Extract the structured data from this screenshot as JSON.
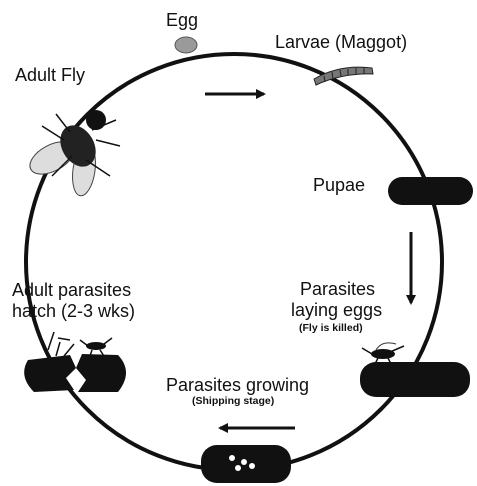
{
  "labels": {
    "egg": "Egg",
    "larvae": "Larvae (Maggot)",
    "adult_fly": "Adult Fly",
    "pupae": "Pupae",
    "parasites_laying": [
      "Parasites",
      "laying eggs"
    ],
    "fly_killed": "(Fly is killed)",
    "adult_parasites": [
      "Adult parasites",
      "hatch (2-3 wks)"
    ],
    "parasites_growing": "Parasites growing",
    "shipping_stage": "(Shipping stage)"
  },
  "colors": {
    "ink": "#111111",
    "egg": "#9a9a9a",
    "background": "#ffffff"
  },
  "icons": [
    "fly-icon",
    "egg-icon",
    "maggot-icon",
    "pupa-icon",
    "wasp-icon",
    "split-pupa-icon",
    "arrow-icon"
  ]
}
